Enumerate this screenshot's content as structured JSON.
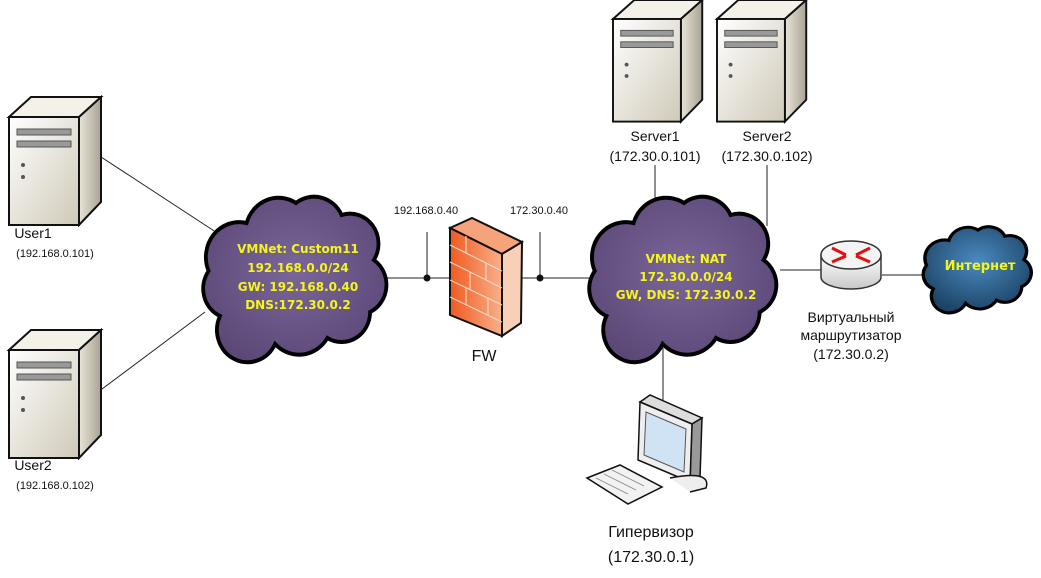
{
  "colors": {
    "lan_cloud": "#6a5688",
    "internet_cloud": "#2f6a96",
    "cloud_text": "#f5f51e",
    "firewall": "#f26a2e",
    "router_arrows": "#e01010"
  },
  "user1": {
    "name": "User1",
    "ip": "(192.168.0.101)",
    "icon": "server-tower-icon"
  },
  "user2": {
    "name": "User2",
    "ip": "(192.168.0.102)",
    "icon": "server-tower-icon"
  },
  "lan_cloud": {
    "lines": [
      "VMNet: Custom11",
      "192.168.0.0/24",
      "GW: 192.168.0.40",
      "DNS:172.30.0.2"
    ]
  },
  "firewall": {
    "name": "FW",
    "ip_in": "192.168.0.40",
    "ip_out": "172.30.0.40",
    "icon": "firewall-icon"
  },
  "nat_cloud": {
    "lines": [
      "VMNet: NAT",
      "172.30.0.0/24",
      "GW, DNS: 172.30.0.2"
    ]
  },
  "server1": {
    "name": "Server1",
    "ip": "(172.30.0.101)",
    "icon": "server-tower-icon"
  },
  "server2": {
    "name": "Server2",
    "ip": "(172.30.0.102)",
    "icon": "server-tower-icon"
  },
  "router": {
    "lines": [
      "Виртуальный",
      "маршрутизатор",
      "(172.30.0.2)"
    ],
    "icon": "router-icon"
  },
  "internet": {
    "label": "Интернет",
    "icon": "cloud-icon"
  },
  "hypervisor": {
    "name": "Гипервизор",
    "ip": "(172.30.0.1)",
    "icon": "workstation-icon"
  }
}
